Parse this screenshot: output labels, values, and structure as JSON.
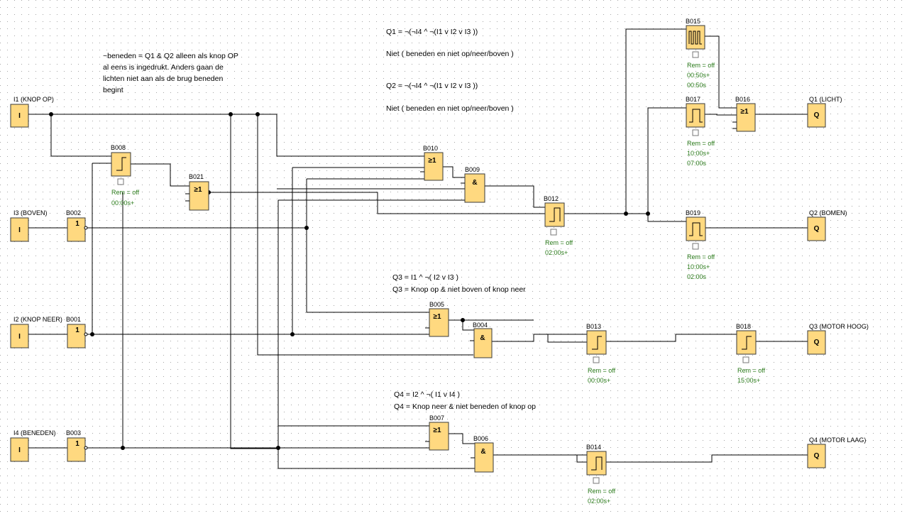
{
  "inputs": {
    "i1": {
      "label": "I1 (KNOP OP)",
      "symbol": "I"
    },
    "i3": {
      "label": "I3 (BOVEN)",
      "symbol": "I"
    },
    "i2": {
      "label": "I2 (KNOP NEER)",
      "symbol": "I"
    },
    "i4": {
      "label": "I4 (BENEDEN)",
      "symbol": "I"
    }
  },
  "outputs": {
    "q1": {
      "label": "Q1 (LICHT)",
      "symbol": "Q"
    },
    "q2": {
      "label": "Q2 (BOMEN)",
      "symbol": "Q"
    },
    "q3": {
      "label": "Q3 (MOTOR HOOG)",
      "symbol": "Q"
    },
    "q4": {
      "label": "Q4 (MOTOR LAAG)",
      "symbol": "Q"
    }
  },
  "blocks": {
    "b002": {
      "label": "B002",
      "symbol": "1"
    },
    "b001": {
      "label": "B001",
      "symbol": "1"
    },
    "b003": {
      "label": "B003",
      "symbol": "1"
    },
    "b008": {
      "label": "B008",
      "rem": "Rem = off",
      "time": "00:00s+"
    },
    "b021": {
      "label": "B021",
      "symbol": "≥1"
    },
    "b010": {
      "label": "B010",
      "symbol": "≥1"
    },
    "b009": {
      "label": "B009",
      "symbol": "&"
    },
    "b012": {
      "label": "B012",
      "rem": "Rem = off",
      "time": "02:00s+"
    },
    "b015": {
      "label": "B015",
      "rem": "Rem = off",
      "time": "00:50s+",
      "time2": "00:50s"
    },
    "b017": {
      "label": "B017",
      "rem": "Rem = off",
      "time": "10:00s+",
      "time2": "07:00s"
    },
    "b016": {
      "label": "B016",
      "symbol": "≥1"
    },
    "b019": {
      "label": "B019",
      "rem": "Rem = off",
      "time": "10:00s+",
      "time2": "02:00s"
    },
    "b005": {
      "label": "B005",
      "symbol": "≥1"
    },
    "b004": {
      "label": "B004",
      "symbol": "&"
    },
    "b013": {
      "label": "B013",
      "rem": "Rem = off",
      "time": "00:00s+"
    },
    "b018": {
      "label": "B018",
      "rem": "Rem = off",
      "time": "15:00s+"
    },
    "b007": {
      "label": "B007",
      "symbol": "≥1"
    },
    "b006": {
      "label": "B006",
      "symbol": "&"
    },
    "b014": {
      "label": "B014",
      "rem": "Rem = off",
      "time": "02:00s+"
    }
  },
  "notes": {
    "beneden": [
      "~beneden = Q1 & Q2 alleen als knop OP",
      "al eens is ingedrukt. Anders gaan de",
      "lichten niet aan als de brug beneden",
      "begint"
    ],
    "q1_formula": "Q1 = ¬(¬I4 ^ ¬(I1 v I2 v I3 ))",
    "q1_text": "Niet ( beneden en niet op/neer/boven )",
    "q2_formula": "Q2 = ¬(¬I4 ^ ¬(I1 v I2 v I3 ))",
    "q2_text": "Niet ( beneden en niet op/neer/boven )",
    "q3_formula": "Q3 = I1 ^ ¬( I2 v I3 )",
    "q3_text": "Q3 = Knop op & niet boven of knop neer",
    "q4_formula": "Q4 = I2 ^ ¬( I1 v I4 )",
    "q4_text": "Q4 = Knop neer & niet beneden of knop op"
  }
}
